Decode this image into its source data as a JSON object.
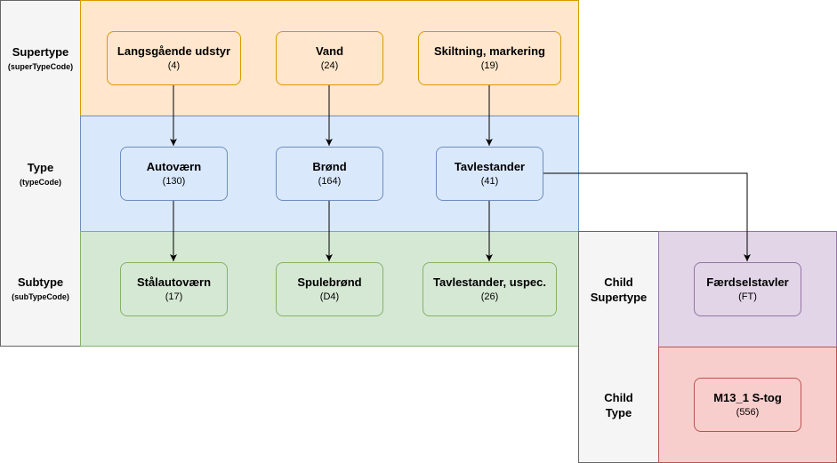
{
  "rows": {
    "supertype": {
      "label": "Supertype",
      "code": "(superTypeCode)"
    },
    "type": {
      "label": "Type",
      "code": "(typeCode)"
    },
    "subtype": {
      "label": "Subtype",
      "code": "(subTypeCode)"
    },
    "child_supertype": {
      "label": "Child Supertype"
    },
    "child_type": {
      "label": "Child Type"
    }
  },
  "nodes": {
    "s1": {
      "name": "Langsgående udstyr",
      "code": "(4)"
    },
    "s2": {
      "name": "Vand",
      "code": "(24)"
    },
    "s3": {
      "name": "Skiltning, markering",
      "code": "(19)"
    },
    "t1": {
      "name": "Autoværn",
      "code": "(130)"
    },
    "t2": {
      "name": "Brønd",
      "code": "(164)"
    },
    "t3": {
      "name": "Tavlestander",
      "code": "(41)"
    },
    "u1": {
      "name": "Stålautoværn",
      "code": "(17)"
    },
    "u2": {
      "name": "Spulebrønd",
      "code": "(D4)"
    },
    "u3": {
      "name": "Tavlestander, uspec.",
      "code": "(26)"
    },
    "cs": {
      "name": "Færdselstavler",
      "code": "(FT)"
    },
    "ct": {
      "name": "M13_1 S-tog",
      "code": "(556)"
    }
  },
  "colors": {
    "orange_fill": "#ffe6cc",
    "orange_stroke": "#d79b00",
    "blue_fill": "#dae8fc",
    "blue_stroke": "#6c8ebf",
    "green_fill": "#d5e8d4",
    "green_stroke": "#82b366",
    "purple_fill": "#e1d5e7",
    "purple_stroke": "#9673a6",
    "red_fill": "#f8cecc",
    "red_stroke": "#b85450",
    "label_fill": "#f5f5f5",
    "label_stroke": "#666666"
  }
}
